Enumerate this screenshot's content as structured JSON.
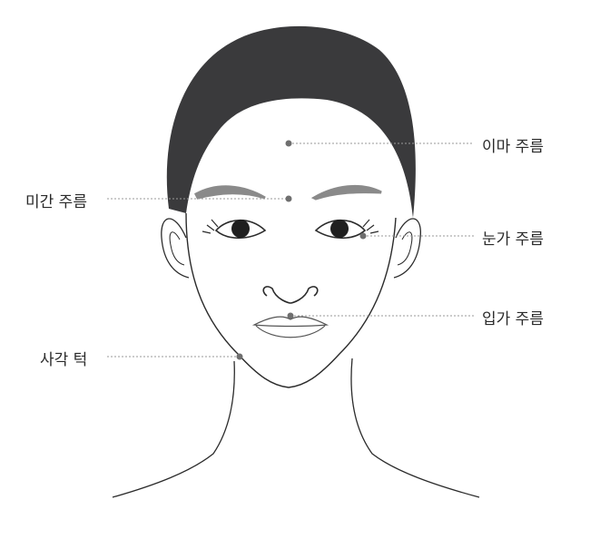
{
  "labels": {
    "forehead": "이마 주름",
    "glabella": "미간 주름",
    "eye": "눈가 주름",
    "mouth": "입가 주름",
    "jaw": "사각 턱"
  },
  "colors": {
    "hair": "#3a3a3c",
    "line": "#2b2b2b",
    "marker": "#6f6f6f",
    "leader": "#9a9a9a",
    "brow": "#8a8a8a"
  }
}
